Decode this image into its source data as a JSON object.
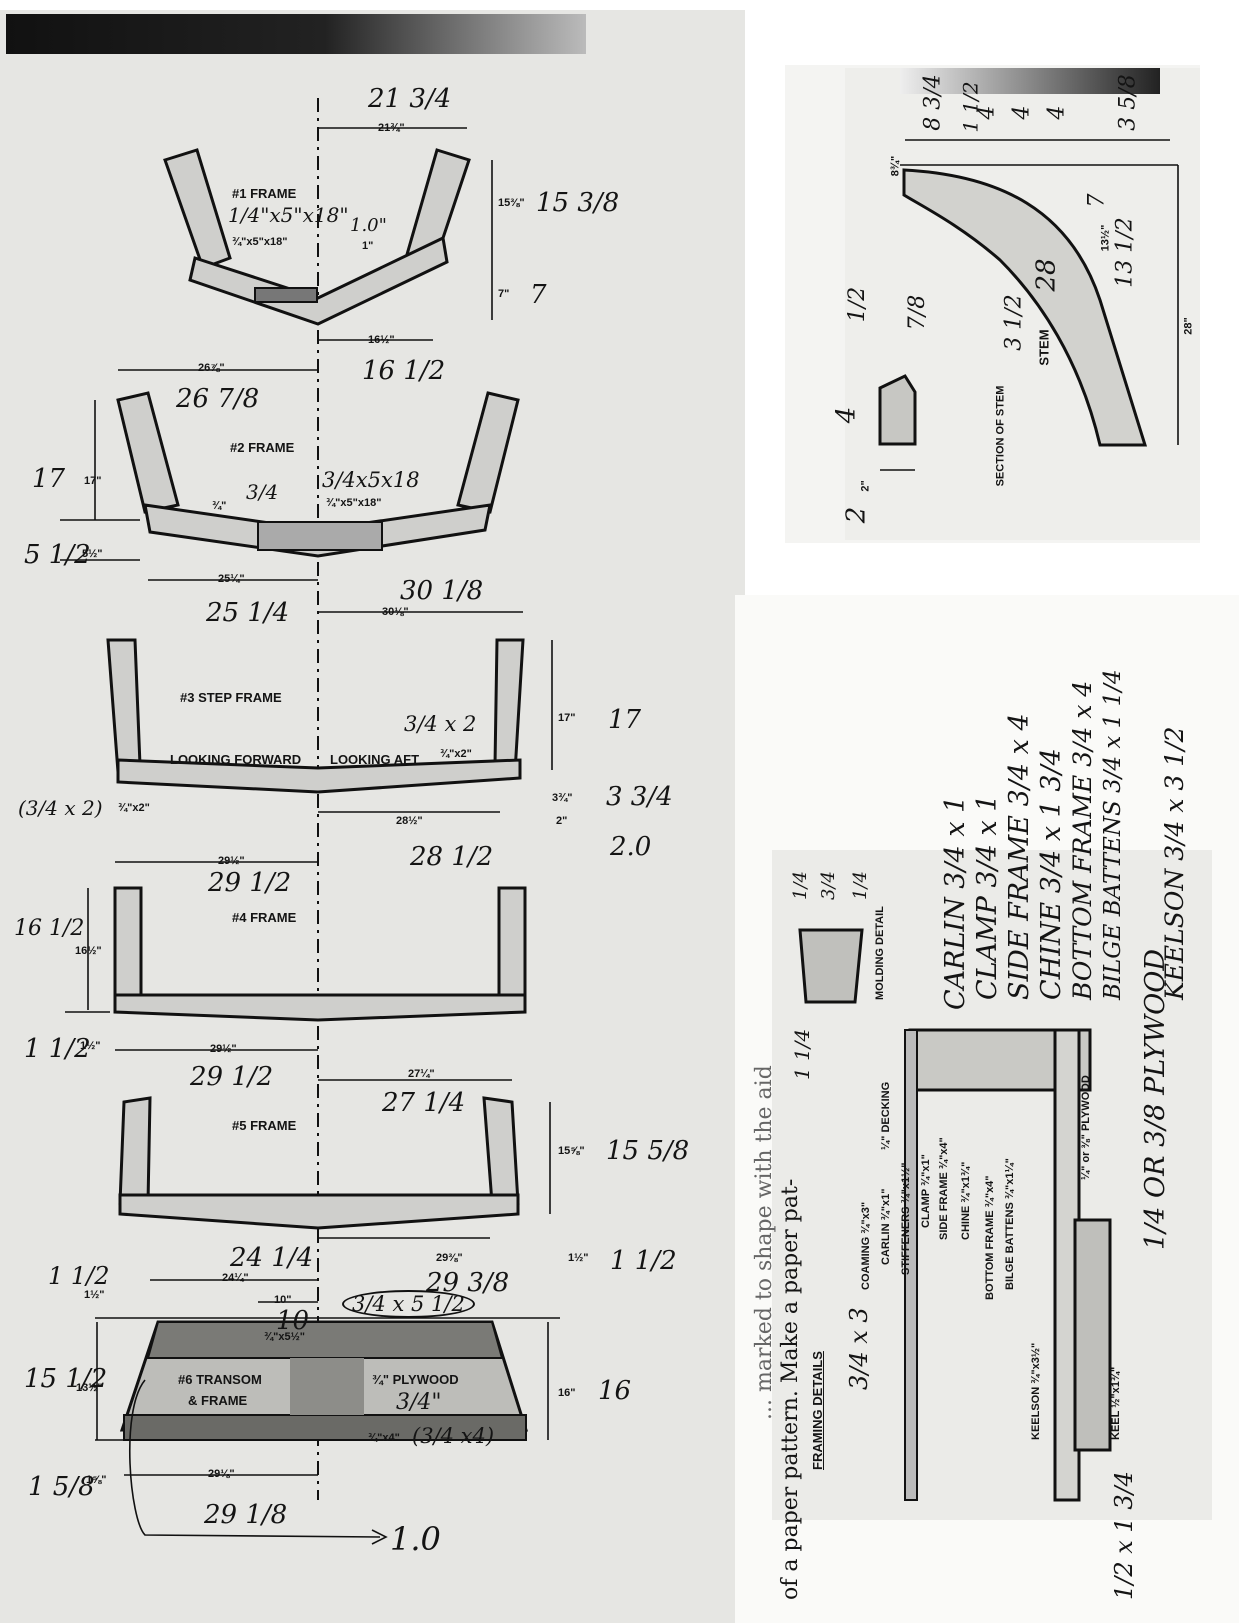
{
  "left_sheet": {
    "frame1": {
      "label": "#1 FRAME",
      "pen_size": "1/4\"x5\"x18\"",
      "print_size": "¾\"x5\"x18\"",
      "pen_note": "1.0\"",
      "print_note": "1\"",
      "dims": [
        {
          "print": "21¾\"",
          "pen": "21 3/4"
        },
        {
          "print": "15⅜\"",
          "pen": "15 3/8"
        },
        {
          "print": "7\"",
          "pen": "7"
        },
        {
          "print": "16½\"",
          "pen": "16 1/2"
        }
      ]
    },
    "frame2": {
      "label": "#2 FRAME",
      "pen_size": "3/4x5x18",
      "print_size": "¾\"x5\"x18\"",
      "pen_thick": "3/4",
      "print_thick": "¾\"",
      "dims": [
        {
          "print": "26⅞\"",
          "pen": "26 7/8"
        },
        {
          "print": "17\"",
          "pen": "17"
        },
        {
          "print": "5½\"",
          "pen": "5 1/2"
        },
        {
          "print": "25¼\"",
          "pen": "25 1/4"
        }
      ]
    },
    "frame3": {
      "label": "#3 STEP FRAME",
      "looking_forward": "LOOKING FORWARD",
      "looking_aft": "LOOKING AFT",
      "pen_size": "3/4 x 2",
      "print_size": "¾\"x2\"",
      "left_pen": "(3/4 x 2)",
      "left_print": "¾\"x2\"",
      "dims": [
        {
          "print": "30⅛\"",
          "pen": "30 1/8"
        },
        {
          "print": "17\"",
          "pen": "17"
        },
        {
          "print": "3¾\"",
          "pen": "3 3/4"
        },
        {
          "print": "28½\"",
          "pen": "28 1/2"
        },
        {
          "print": "2\"",
          "pen": "2.0"
        }
      ]
    },
    "frame4": {
      "label": "#4 FRAME",
      "dims": [
        {
          "print": "29½\"",
          "pen": "29 1/2"
        },
        {
          "print": "16½\"",
          "pen": "16 1/2"
        },
        {
          "print": "1½\"",
          "pen": "1 1/2"
        },
        {
          "print": "29½\"",
          "pen": "29 1/2"
        }
      ]
    },
    "frame5": {
      "label": "#5 FRAME",
      "dims": [
        {
          "print": "27¼\"",
          "pen": "27 1/4"
        },
        {
          "print": "15⅝\"",
          "pen": "15 5/8"
        },
        {
          "print": "1½\"",
          "pen": "1 1/2"
        }
      ]
    },
    "frame6": {
      "label_line1": "#6 TRANSOM",
      "label_line2": "& FRAME",
      "plywood": "¾\" PLYWOOD",
      "plywood_pen": "3/4\"",
      "bottom_print": "¾\"x4\"",
      "bottom_pen": "(3/4 x4)",
      "top_print": "¾\"x5½\"",
      "top_pen": "3/4 x 5 1/2",
      "dims": [
        {
          "print": "24¼\"",
          "pen": "24 1/4"
        },
        {
          "print": "29⅜\"",
          "pen": "29 3/8"
        },
        {
          "print": "10\"",
          "pen": "10"
        },
        {
          "print": "1½\"",
          "pen": "1 1/2"
        },
        {
          "print": "13½\"",
          "pen": "15 1/2"
        },
        {
          "print": "16\"",
          "pen": "16"
        },
        {
          "print": "1⅝\"",
          "pen": "1 5/8"
        },
        {
          "print": "29⅛\"",
          "pen": "29 1/8"
        },
        {
          "print": "",
          "pen": "1.0"
        }
      ]
    }
  },
  "stem_sheet": {
    "stem_label": "STEM",
    "section_label": "SECTION OF STEM",
    "pen_top": [
      "8 3/4",
      "1 1/2",
      "4",
      "4",
      "4",
      "3 5/8"
    ],
    "pen_side": [
      "7",
      "13 1/2",
      "28"
    ],
    "pen_stem": "3 1/2",
    "print_side": [
      "8¾\"",
      "13½\"",
      "28\""
    ],
    "section_pen": {
      "top": "1/2",
      "right": "7/8",
      "left": "4",
      "bottom": "2"
    },
    "section_print": {
      "left": "2\""
    }
  },
  "framing_sheet": {
    "framing_label": "FRAMING DETAILS",
    "molding_label": "MOLDING DETAIL",
    "text_line1": "of a paper pattern.  Make a paper pat-",
    "text_line2": "... marked to shape with the aid",
    "callouts": [
      "¼\" DECKING",
      "COAMING ¾\"x3\"",
      "CARLIN ¾\"x1\"",
      "STIFFENERS ¾\"x1½\"",
      "CLAMP ¾\"x1\"",
      "SIDE FRAME ¾\"x4\"",
      "CHINE ¾\"x1¾\"",
      "BOTTOM FRAME ¾\"x4\"",
      "BILGE BATTENS ¾\"x1¼\"",
      "¼\" or ⅜\" PLYWOOD",
      "KEELSON ¾\"x3½\"",
      "KEEL ½\"x1¾\""
    ],
    "pen_list": [
      "CARLIN 3/4 x 1",
      "CLAMP 3/4 x 1",
      "SIDE FRAME 3/4 x 4",
      "CHINE 3/4 x 1 3/4",
      "BOTTOM FRAME 3/4 x 4",
      "BILGE BATTENS 3/4 x 1 1/4",
      "1/4 OR 3/8 PLYWOOD",
      "KEELSON 3/4 x 3 1/2"
    ],
    "pen_misc": {
      "coaming": "3/4 x 3",
      "keel": "1/2 x 1 3/4",
      "mold_top": [
        "1/4",
        "3/4",
        "1/4"
      ],
      "mold_side": "1 1/4"
    }
  }
}
